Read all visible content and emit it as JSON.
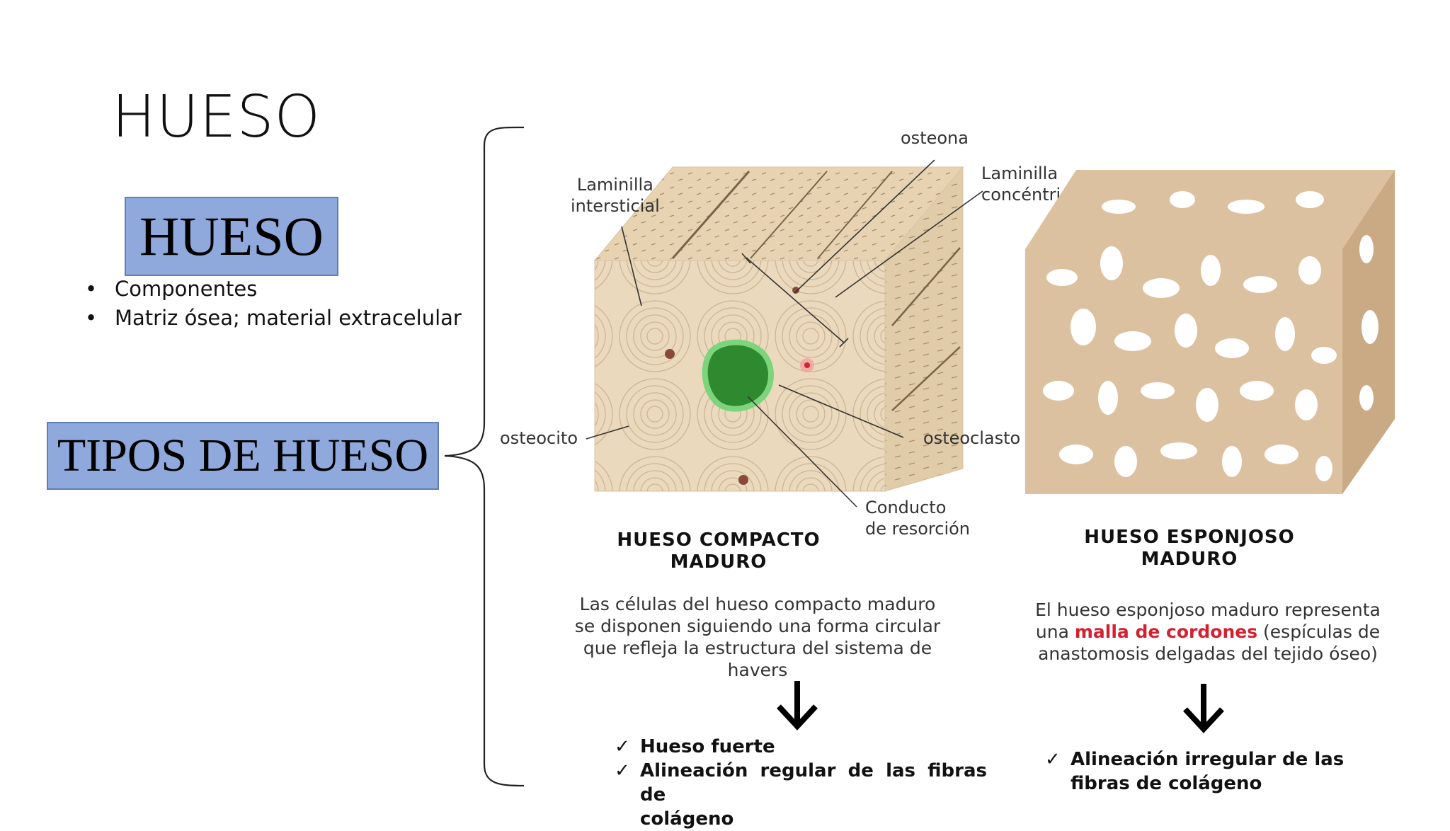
{
  "title": "HUESO",
  "box_hueso": "HUESO",
  "bullets": [
    "Componentes",
    "Matriz ósea; material extracelular"
  ],
  "box_tipos": "TIPOS DE HUESO",
  "compact": {
    "labels": {
      "laminilla_intersticial_1": "Laminilla",
      "laminilla_intersticial_2": "intersticial",
      "osteona": "osteona",
      "laminilla_concentrica_1": "Laminilla",
      "laminilla_concentrica_2": "concéntrica",
      "osteocito": "osteocito",
      "osteoclasto": "osteoclasto",
      "conducto_1": "Conducto",
      "conducto_2": "de resorción"
    },
    "caption_1": "HUESO COMPACTO",
    "caption_2": "MADURO",
    "description": [
      "Las células del hueso compacto maduro",
      "se disponen siguiendo una forma circular",
      "que refleja la estructura del sistema de",
      "havers"
    ],
    "checks": [
      "Hueso fuerte",
      "Alineación regular de las fibras de",
      "colágeno"
    ]
  },
  "spongy": {
    "caption_1": "HUESO ESPONJOSO",
    "caption_2": "MADURO",
    "description_1": "El hueso esponjoso maduro representa",
    "description_2a": "una ",
    "description_2b": "malla de cordones",
    "description_2c": " (espículas de",
    "description_3": "anastomosis delgadas del tejido óseo)",
    "checks": [
      "Alineación irregular de las",
      "fibras de colágeno"
    ]
  },
  "colors": {
    "box_fill": "#8fa9dc",
    "box_border": "#5f7dbb",
    "bone": "#e9d6b8",
    "highlight_red": "#d42030"
  }
}
